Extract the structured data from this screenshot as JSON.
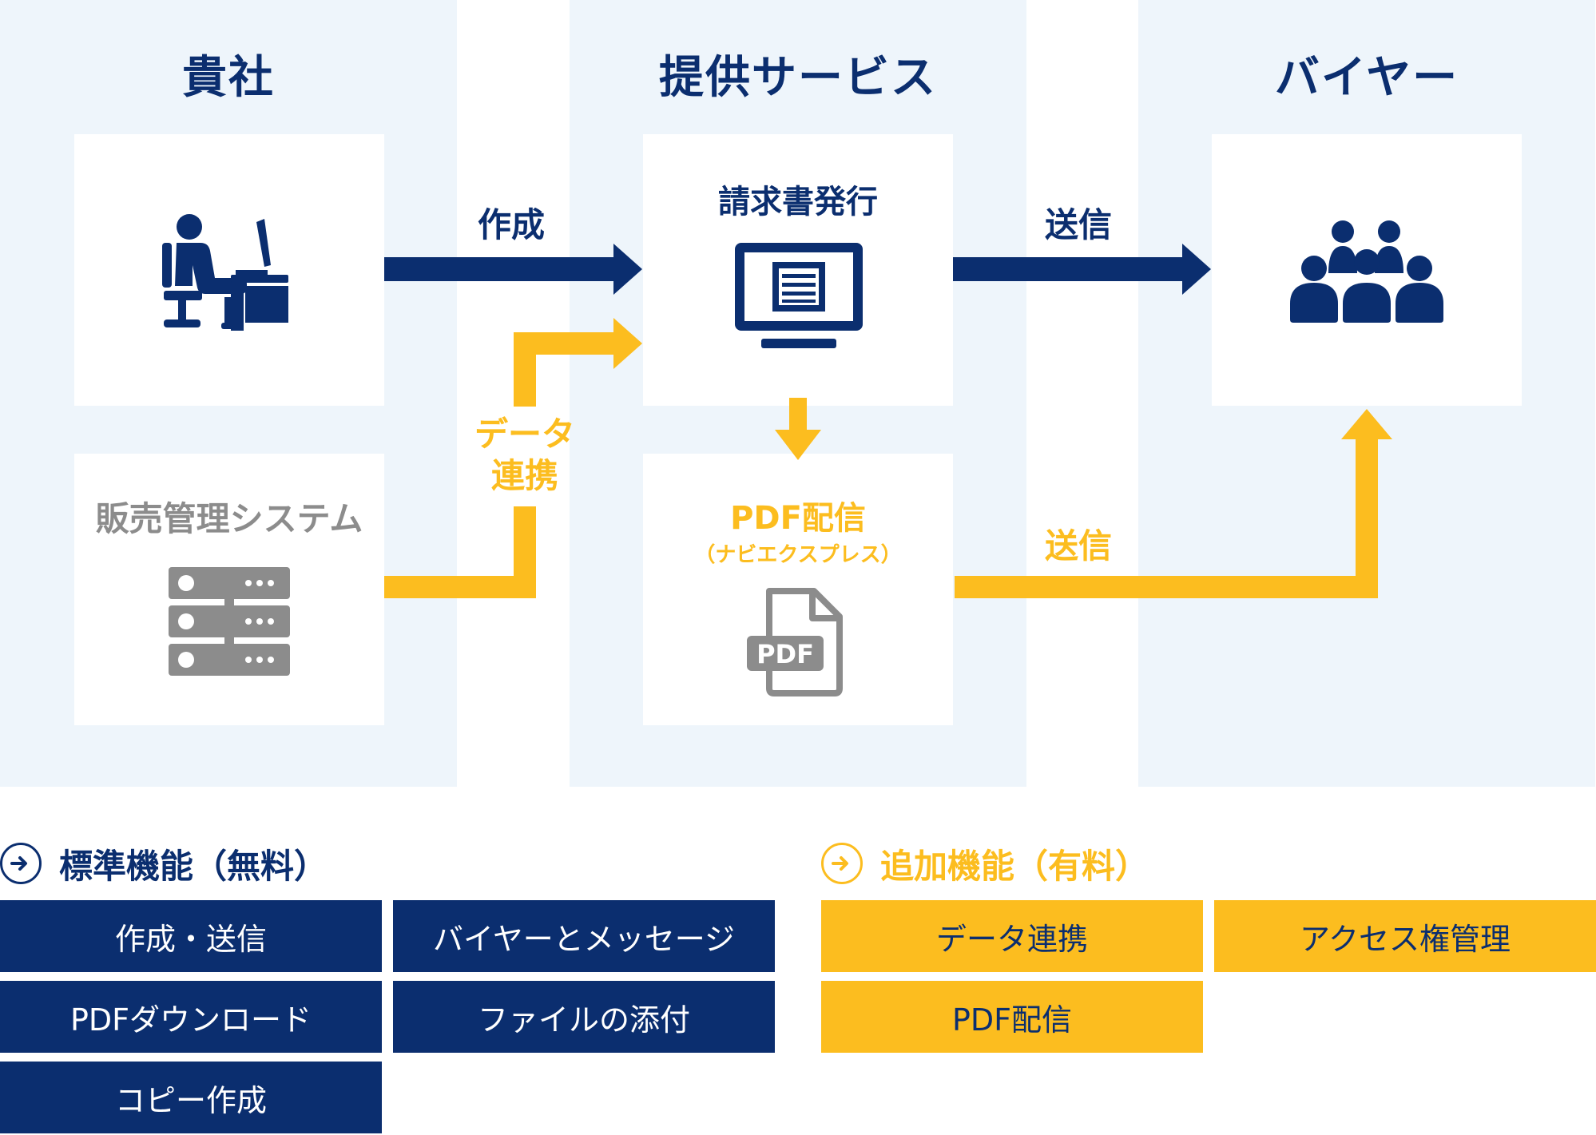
{
  "columns": {
    "company": "貴社",
    "service": "提供サービス",
    "buyer": "バイヤー"
  },
  "boxes": {
    "invoice": "請求書発行",
    "sales_system": "販売管理システム",
    "pdf_delivery": "PDF配信",
    "pdf_delivery_sub": "（ナビエクスプレス）"
  },
  "flows": {
    "create": "作成",
    "send_top": "送信",
    "data_link_line1": "データ",
    "data_link_line2": "連携",
    "send_bottom": "送信"
  },
  "icons": {
    "pdf_badge": "PDF"
  },
  "standard": {
    "heading": "標準機能（無料）",
    "items": [
      "作成・送信",
      "バイヤーとメッセージ",
      "PDFダウンロード",
      "ファイルの添付",
      "コピー作成"
    ]
  },
  "additional": {
    "heading": "追加機能（有料）",
    "items": [
      "データ連携",
      "アクセス権管理",
      "PDF配信"
    ]
  },
  "colors": {
    "navy": "#0b2e6f",
    "yellow": "#fcbd1f",
    "gray": "#8c8c8c",
    "column_bg": "#eef5fb"
  }
}
